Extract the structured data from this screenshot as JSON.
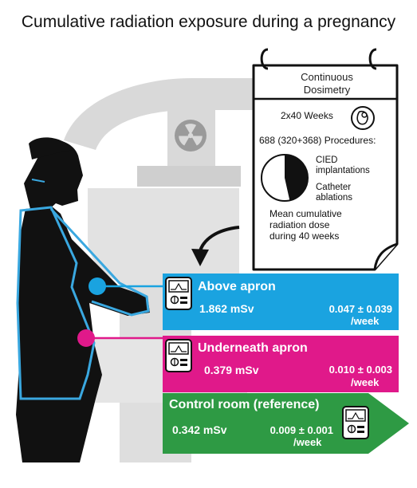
{
  "title": "Cumulative radiation exposure during a pregnancy",
  "calendar": {
    "heading_line1": "Continuous",
    "heading_line2": "Dosimetry",
    "weeks": "2x40 Weeks",
    "procedures": "688 (320+368) Procedures:",
    "cied_line1": "CIED",
    "cied_line2": "implantations",
    "ablation_line1": "Catheter",
    "ablation_line2": "ablations",
    "mean_line1": "Mean cumulative",
    "mean_line2": "radiation dose",
    "mean_line3": "during 40 weeks",
    "pie": {
      "cied": 320,
      "ablations": 368
    }
  },
  "boxes": [
    {
      "title": "Above apron",
      "dose": "1.862 mSv",
      "rate_line1": "0.047 ± 0.039",
      "rate_line2": "/week",
      "color": "#1aa3e0"
    },
    {
      "title": "Underneath apron",
      "dose": "0.379 mSv",
      "rate_line1": "0.010 ± 0.003",
      "rate_line2": "/week",
      "color": "#e0198a"
    },
    {
      "title": "Control room (reference)",
      "dose": "0.342 mSv",
      "rate_line1": "0.009 ± 0.001",
      "rate_line2": "/week",
      "color": "#2e9a44"
    }
  ],
  "colors": {
    "machine": "#d9d9d9",
    "figure": "#111111",
    "outline": "#3aa8e0"
  },
  "icons": [
    "radiation-icon",
    "fetus-icon",
    "dosimeter-icon"
  ]
}
